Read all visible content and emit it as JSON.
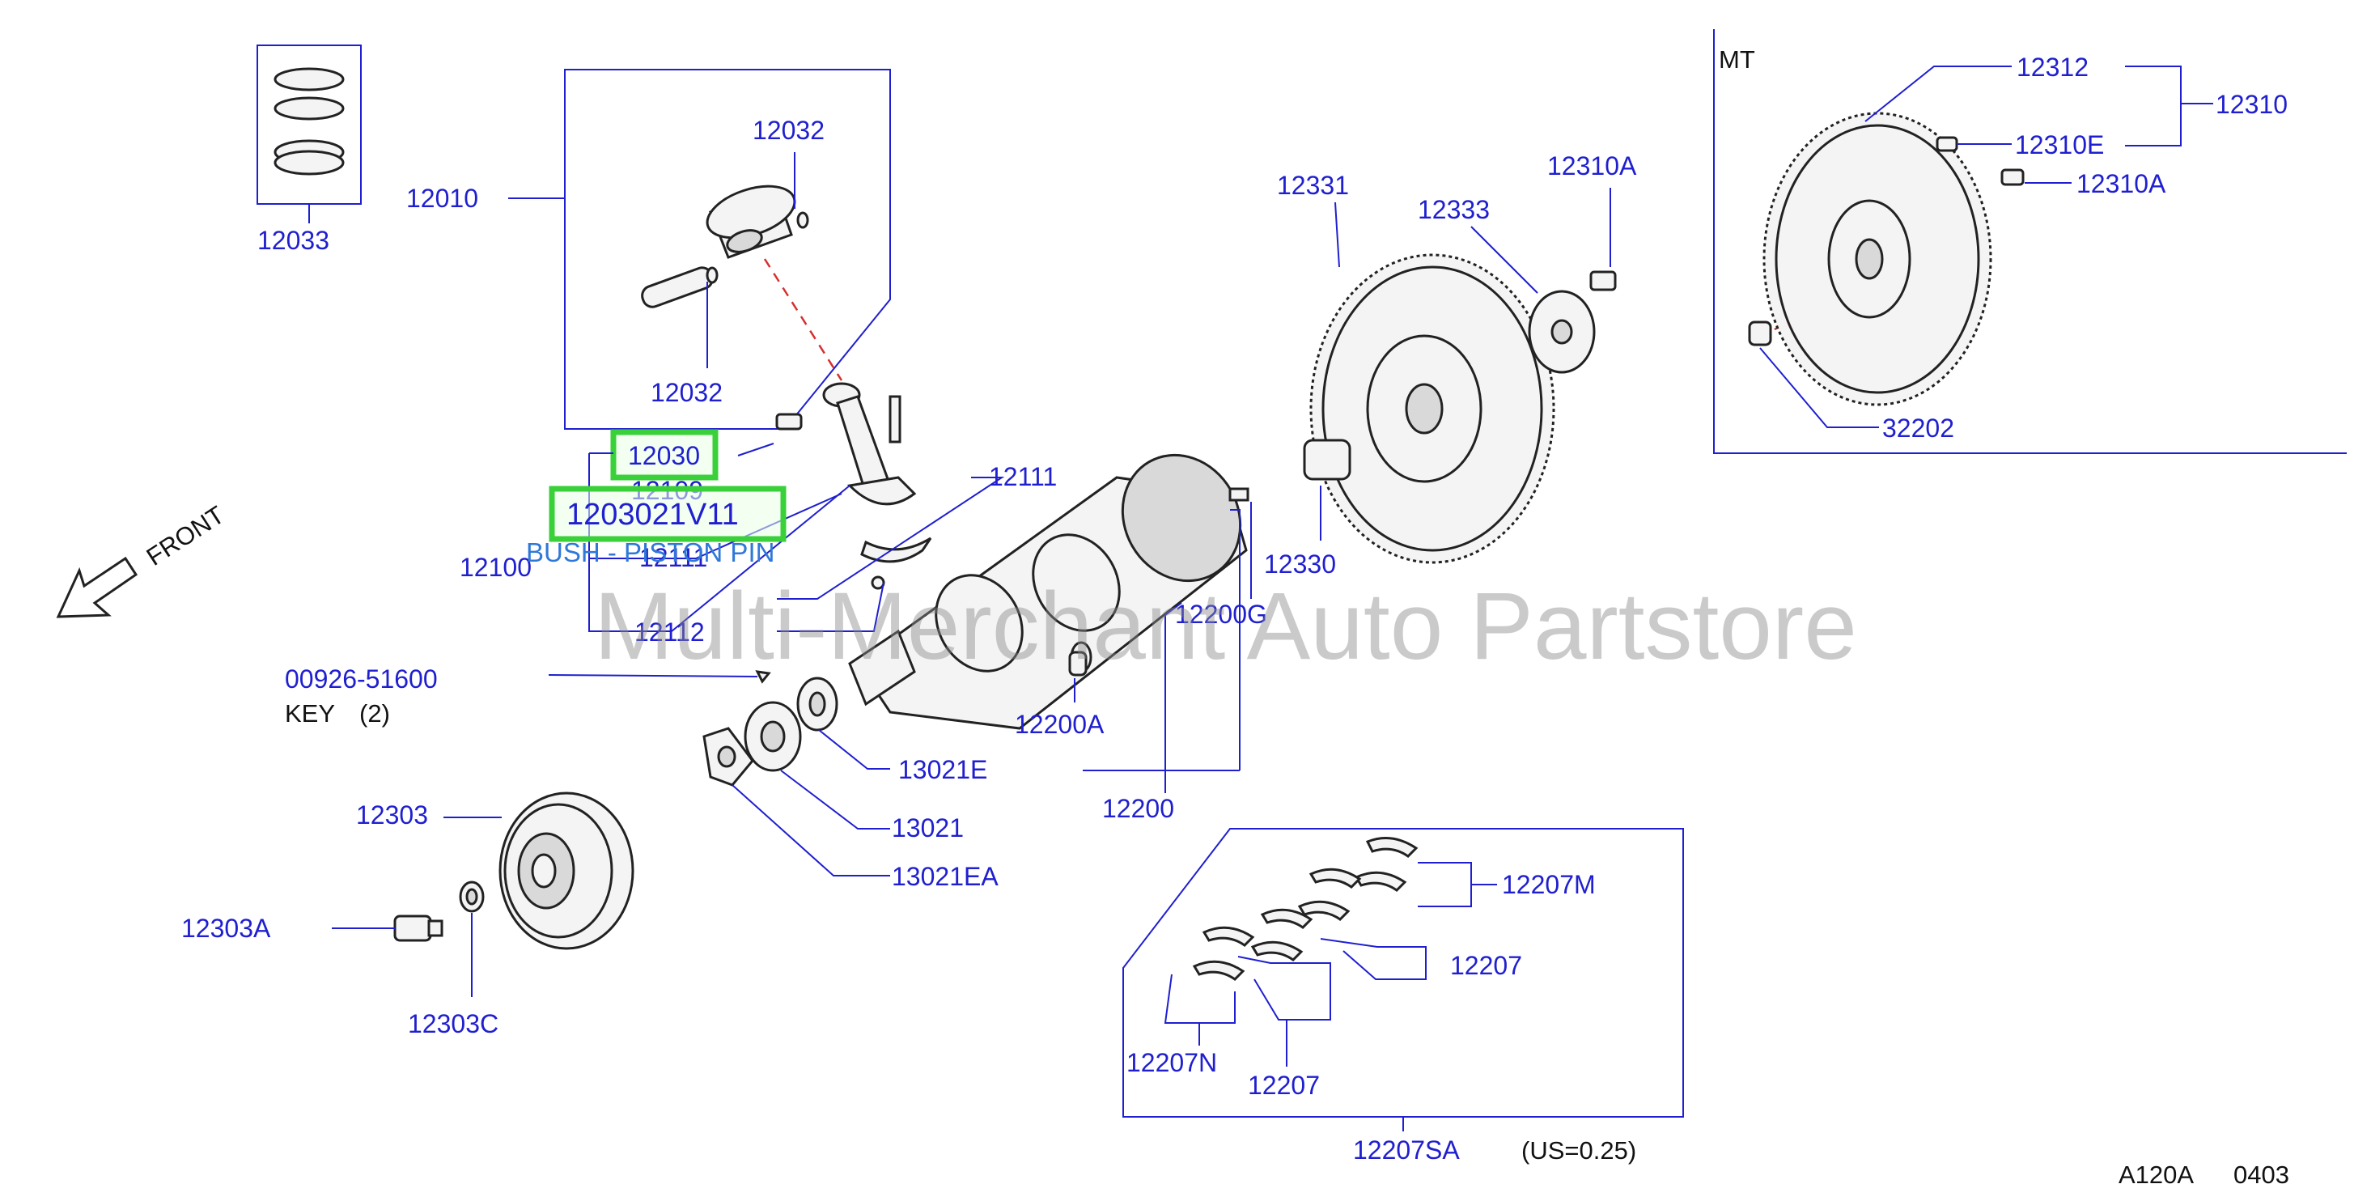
{
  "diagram": {
    "front_label": "FRONT",
    "mt_label": "MT",
    "key_label": "KEY",
    "key_qty": "(2)",
    "us_note": "(US=0.25)",
    "ref_code": "A120A",
    "ref_num": "0403",
    "watermark": "Multi-Merchant Auto Partstore",
    "highlight_part": "12030",
    "highlight_partno": "1203021V11",
    "highlight_desc": "BUSH - PISTON PIN",
    "overlap_label_a": "12109",
    "overlap_label_b": "12111",
    "parts": {
      "p12033": "12033",
      "p12010": "12010",
      "p12032a": "12032",
      "p12032b": "12032",
      "p12100": "12100",
      "p12111a": "12111",
      "p12112": "12112",
      "p00926": "00926-51600",
      "p12303": "12303",
      "p12303A": "12303A",
      "p12303C": "12303C",
      "p13021E": "13021E",
      "p13021": "13021",
      "p13021EA": "13021EA",
      "p12200A": "12200A",
      "p12200": "12200",
      "p12200G": "12200G",
      "p12331": "12331",
      "p12333": "12333",
      "p12310A": "12310A",
      "p12330": "12330",
      "p12312": "12312",
      "p12310": "12310",
      "p12310E": "12310E",
      "p12310A_mt": "12310A",
      "p32202": "32202",
      "p12207M": "12207M",
      "p12207a": "12207",
      "p12207N": "12207N",
      "p12207b": "12207",
      "p12207SA": "12207SA"
    }
  },
  "colors": {
    "label_blue": "#1f1fd0",
    "highlight_green": "#39d039",
    "popup_blue": "#2f78d8",
    "dash_red": "#d43030",
    "watermark_gray": "#8a8a8a"
  }
}
